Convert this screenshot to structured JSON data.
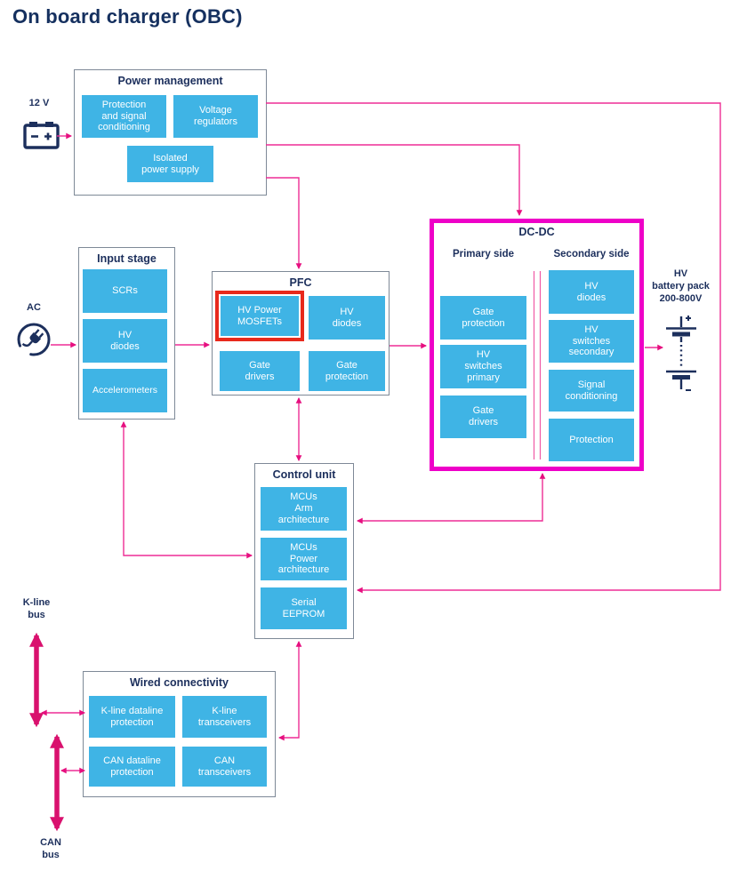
{
  "page_title": "On board charger (OBC)",
  "colors": {
    "chip_blue": "#3fb4e5",
    "navy_text": "#1c2f5c",
    "connector_pink": "#ee2d95",
    "bus_pink": "#d9116e",
    "dcdc_frame_magenta": "#ee00c8",
    "highlight_red": "#e8291c",
    "block_border_gray": "#7e8997"
  },
  "inputs": {
    "dc_label": "12 V",
    "ac_label": "AC"
  },
  "buses": {
    "kline_label": "K-line\nbus",
    "can_label": "CAN\nbus"
  },
  "battery": {
    "label": "HV\nbattery pack\n200-800V"
  },
  "blocks": {
    "power_management": {
      "title": "Power management",
      "items": [
        "Protection\nand signal\nconditioning",
        "Voltage\nregulators",
        "Isolated\npower supply"
      ]
    },
    "input_stage": {
      "title": "Input stage",
      "items": [
        "SCRs",
        "HV\ndiodes",
        "Accelerometers"
      ]
    },
    "pfc": {
      "title": "PFC",
      "highlighted_item": "HV Power\nMOSFETs",
      "items": [
        "HV\ndiodes",
        "Gate\ndrivers",
        "Gate\nprotection"
      ]
    },
    "dcdc": {
      "title": "DC-DC",
      "primary_title": "Primary side",
      "secondary_title": "Secondary side",
      "primary_items": [
        "Gate\nprotection",
        "HV\nswitches\nprimary",
        "Gate\ndrivers"
      ],
      "secondary_items": [
        "HV\ndiodes",
        "HV\nswitches\nsecondary",
        "Signal\nconditioning",
        "Protection"
      ]
    },
    "control_unit": {
      "title": "Control unit",
      "items": [
        "MCUs\nArm\narchitecture",
        "MCUs\nPower\narchitecture",
        "Serial\nEEPROM"
      ]
    },
    "wired_connectivity": {
      "title": "Wired connectivity",
      "items": [
        "K-line dataline\nprotection",
        "K-line\ntransceivers",
        "CAN dataline\nprotection",
        "CAN\ntransceivers"
      ]
    }
  }
}
